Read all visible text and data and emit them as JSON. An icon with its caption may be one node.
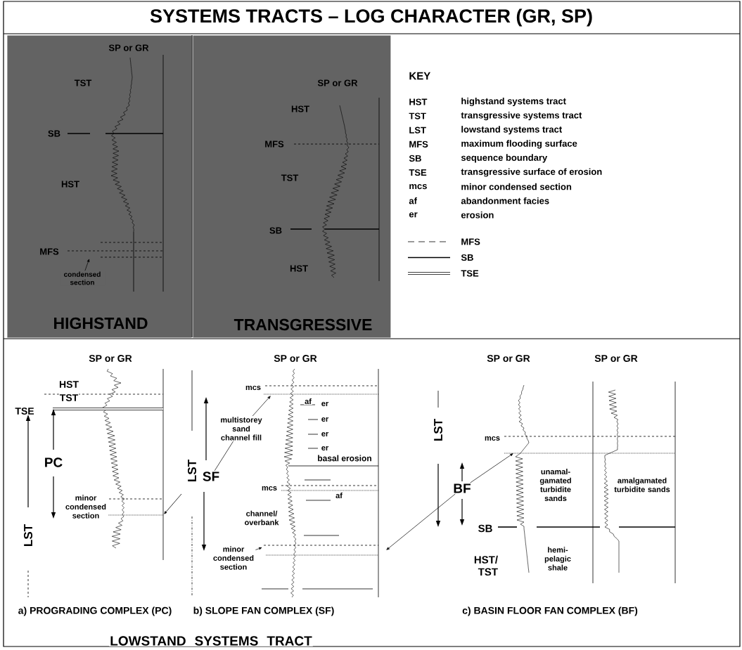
{
  "diagram": {
    "title": "SYSTEMS TRACTS – LOG CHARACTER (GR, SP)",
    "nodes": [
      {
        "text": [
          "HIGHSTAND"
        ]
      },
      {
        "text": [
          "TRANSGRESSIVE"
        ]
      },
      {
        "text": [
          "condensed section"
        ],
        "in": 0
      },
      {
        "text": [
          "multistorey sand channel fill"
        ]
      },
      {
        "text": [
          "SF"
        ]
      },
      {
        "text": [
          "minor condensed section"
        ]
      },
      {
        "text": [
          "BF"
        ]
      },
      {
        "text": [],
        "shape": "picture"
      }
    ],
    "edges": [
      {
        "from": 2,
        "to": null,
        "arrow": "to"
      },
      {
        "from": 3,
        "to": 7,
        "arrow": "to"
      },
      {
        "from": 4,
        "to": 3,
        "arrow": "none"
      },
      {
        "from": 5,
        "to": 7,
        "arrow": "to"
      },
      {
        "from": 6,
        "to": null,
        "arrow": "to"
      },
      {
        "from": 6,
        "to": 7,
        "arrow": "to"
      }
    ],
    "labels": [
      "SP or GR",
      "TST",
      "SB",
      "HST",
      "MFS",
      "SP or GR",
      "HST",
      "MFS",
      "TST",
      "SB",
      "HST",
      "KEY",
      "HST",
      "highstand systems tract",
      "TST",
      "transgressive systems tract",
      "LST",
      "lowstand systems tract",
      "MFS",
      "maximum flooding surface",
      "SB",
      "sequence boundary",
      "TSE",
      "transgressive surface of erosion",
      "mcs",
      "minor condensed section",
      "af",
      "abandonment facies",
      "er",
      "erosion",
      "SP or GR",
      "HST",
      "TST",
      "TSE",
      "PC",
      "LST",
      "minor condensed section",
      "SP or GR",
      "mcs",
      "af",
      "er",
      "er",
      "er",
      "er",
      "basal erosion",
      "LST",
      "mcs",
      "af",
      "channel/ overbank",
      "SP or GR",
      "SP or GR",
      "LST",
      "mcs",
      "unamal- gamated turbidite sands",
      "amalgamated turbidite sands",
      "SB",
      "HST/ TST",
      "hemi- pelagic shale",
      "a) PROGRADING COMPLEX (PC)",
      "b) SLOPE FAN COMPLEX (SF)",
      "c) BASIN FLOOR FAN COMPLEX (BF)",
      "LOWSTAND SYSTEMS TRACT"
    ],
    "legend": [
      {
        "text": "MFS"
      },
      {
        "text": "SB"
      },
      {
        "text": "TSE"
      }
    ]
  }
}
